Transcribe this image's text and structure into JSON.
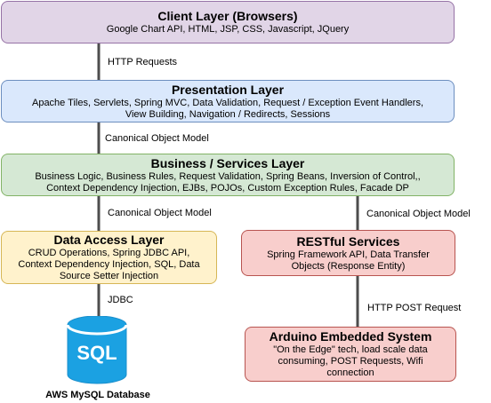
{
  "diagram": {
    "layers": {
      "client": {
        "title": "Client Layer (Browsers)",
        "subtitle": "Google Chart API, HTML, JSP, CSS, Javascript, JQuery"
      },
      "presentation": {
        "title": "Presentation Layer",
        "line1": "Apache Tiles, Servlets, Spring MVC, Data Validation, Request / Exception Event Handlers,",
        "line2": "View Building, Navigation / Redirects, Sessions"
      },
      "business": {
        "title": "Business / Services Layer",
        "line1": "Business Logic, Business Rules, Request Validation, Spring Beans, Inversion of Control,,",
        "line2": "Context Dependency Injection, EJBs, POJOs, Custom Exception Rules, Facade DP"
      },
      "data_access": {
        "title": "Data Access Layer",
        "line1": "CRUD Operations, Spring JDBC API,",
        "line2": "Context Dependency Injection, SQL, Data",
        "line3": "Source Setter Injection"
      },
      "restful": {
        "title": "RESTful Services",
        "line1": "Spring Framework API, Data Transfer",
        "line2": "Objects (Response Entity)"
      },
      "arduino": {
        "title": "Arduino Embedded System",
        "line1": "\"On the Edge\" tech, load scale data",
        "line2": "consuming, POST Requests, Wifi",
        "line3": "connection"
      }
    },
    "connectors": {
      "client_presentation": "HTTP Requests",
      "presentation_business": "Canonical Object Model",
      "business_data_access": "Canonical Object Model",
      "business_restful": "Canonical Object Model",
      "data_access_database": "JDBC",
      "restful_arduino": "HTTP POST Request"
    },
    "database": {
      "icon_text": "SQL",
      "label": "AWS MySQL Database",
      "icon": "database-cylinder-icon",
      "color": "#1ba1e2"
    }
  }
}
